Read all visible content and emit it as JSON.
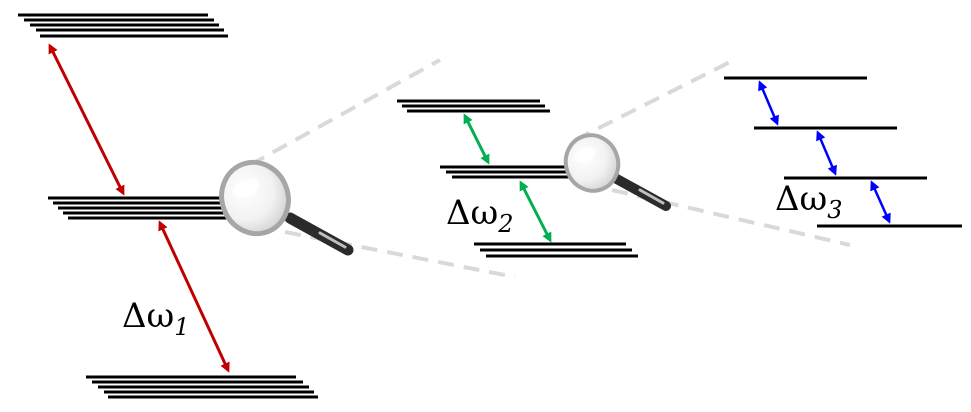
{
  "colors": {
    "level": "#000000",
    "arrow_large": "#c00000",
    "arrow_medium": "#00b050",
    "arrow_small": "#0000ff",
    "zoom_line": "#d9d9d9"
  },
  "labels": {
    "delta1": {
      "symbol": "Δω",
      "sub": "1"
    },
    "delta2": {
      "symbol": "Δω",
      "sub": "2"
    },
    "delta3": {
      "symbol": "Δω",
      "sub": "3"
    }
  },
  "icons": {
    "magnifier_1": "magnifying-glass-icon",
    "magnifier_2": "magnifying-glass-icon"
  }
}
